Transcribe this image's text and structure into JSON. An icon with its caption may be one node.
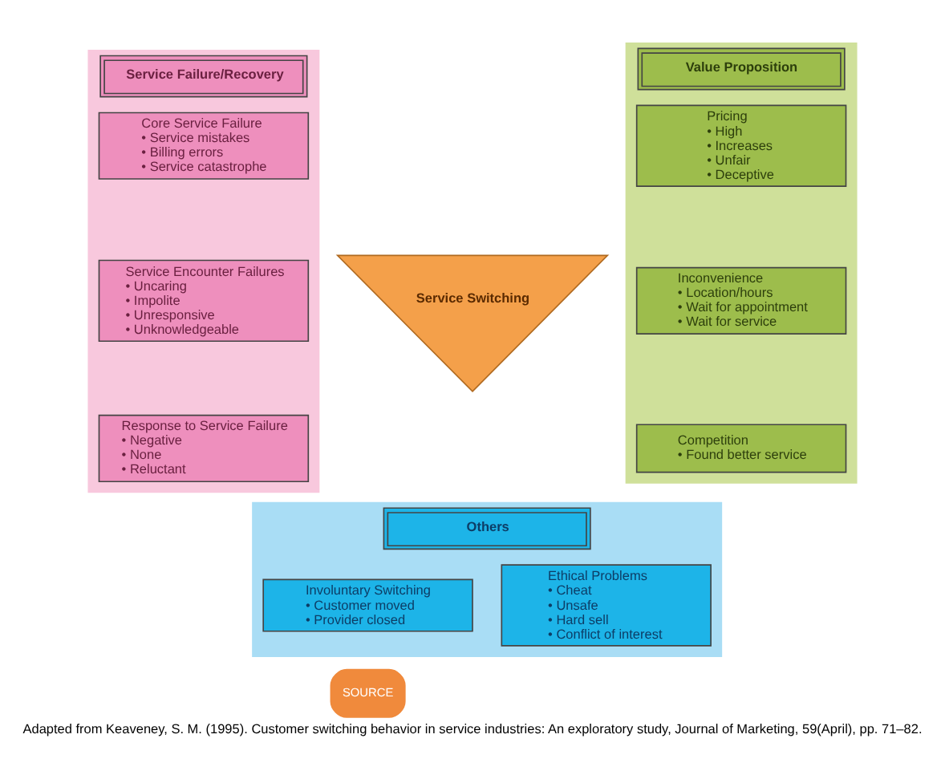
{
  "diagram": {
    "caption": "Adapted from Keaveney, S. M. (1995). Customer switching behavior in service industries: An exploratory study, Journal of Marketing, 59(April), pp. 71–82.",
    "nodes": [
      {
        "text": [
          "Service Failure/Recovery"
        ]
      },
      {
        "text": [
          "Core Service Failure",
          "• Service mistakes",
          "• Billing errors",
          "• Service catastrophe"
        ],
        "in": 0
      },
      {
        "text": [
          "Service Encounter Failures",
          "• Uncaring",
          "• Impolite",
          "• Unresponsive",
          "• Unknowledgeable"
        ],
        "in": 0
      },
      {
        "text": [
          "Response to Service Failure",
          "• Negative",
          "• None",
          "• Reluctant"
        ],
        "in": 0
      },
      {
        "text": [
          "Service Switching"
        ]
      },
      {
        "text": [
          "Value Proposition"
        ]
      },
      {
        "text": [
          "Pricing",
          "• High",
          "• Increases",
          "• Unfair",
          "• Deceptive"
        ],
        "in": 5
      },
      {
        "text": [
          "Inconvenience",
          "• Location/hours",
          "• Wait for appointment",
          "• Wait for service"
        ],
        "in": 5
      },
      {
        "text": [
          "Competition",
          "• Found better service"
        ],
        "in": 5
      },
      {
        "text": [
          "Others"
        ]
      },
      {
        "text": [
          "Involuntary Switching",
          "• Customer moved",
          "• Provider closed"
        ],
        "in": 9
      },
      {
        "text": [
          "Ethical Problems",
          "• Cheat",
          "• Unsafe",
          "• Hard sell",
          "• Conflict of interest"
        ],
        "in": 9
      }
    ],
    "edges": [],
    "labels": [
      "SOURCE"
    ]
  }
}
